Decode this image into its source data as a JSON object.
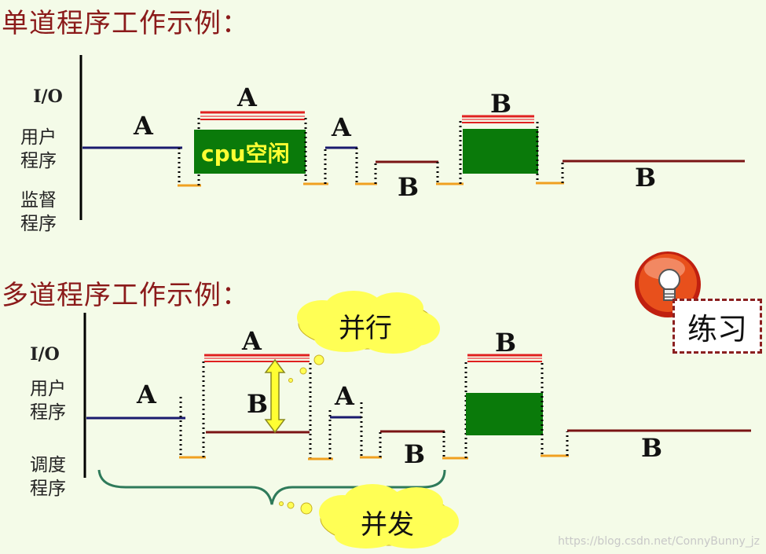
{
  "single": {
    "title": "单道程序工作示例：",
    "labels": {
      "io": "I/O",
      "user": "用户\n程序",
      "monitor": "监督\n程序"
    },
    "seg_a1": "A",
    "seg_a2": "A",
    "seg_a3": "A",
    "seg_b1": "B",
    "seg_b2": "B",
    "seg_b3": "B",
    "cpu_idle": "cpu空闲"
  },
  "multi": {
    "title": "多道程序工作示例：",
    "labels": {
      "io": "I/O",
      "user": "用户\n程序",
      "scheduler": "调度\n程序"
    },
    "seg_a1": "A",
    "seg_a2": "A",
    "seg_a3": "A",
    "seg_b_mid": "B",
    "seg_b1": "B",
    "seg_b2": "B",
    "seg_b3": "B",
    "parallel": "并行",
    "concurrent": "并发"
  },
  "practice": "练习",
  "watermark": "https://blog.csdn.net/ConnyBunny_jz",
  "colors": {
    "blue_line": "#1a1a6e",
    "red_line": "#7a1414",
    "orange": "#f0a020",
    "green": "#0a7a0a",
    "io_stripe": "#e02020",
    "cloud": "#ffff55"
  }
}
